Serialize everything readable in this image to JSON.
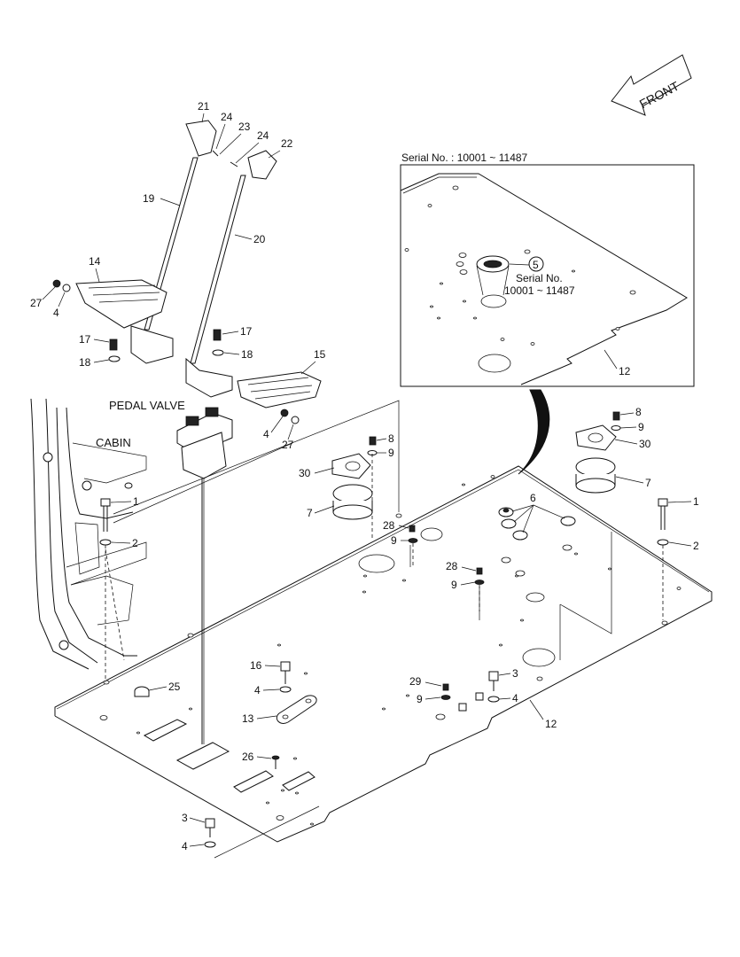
{
  "front_label": "FRONT",
  "inset": {
    "title": "Serial No. : 10001 ~ 11487",
    "note_line1": "Serial No.",
    "note_line2": "10001 ~ 11487",
    "item_5": "5",
    "item_12": "12"
  },
  "labels": {
    "pedal_valve": "PEDAL VALVE",
    "cabin": "CABIN"
  },
  "callouts": {
    "c21": "21",
    "c24a": "24",
    "c23": "23",
    "c24b": "24",
    "c22": "22",
    "c19": "19",
    "c20": "20",
    "c14": "14",
    "c27a": "27",
    "c4a": "4",
    "c17a": "17",
    "c18a": "18",
    "c17b": "17",
    "c18b": "18",
    "c15": "15",
    "c4b": "4",
    "c27b": "27",
    "c8a": "8",
    "c9a": "9",
    "c30a": "30",
    "c7a": "7",
    "c8b": "8",
    "c9b": "9",
    "c30b": "30",
    "c7b": "7",
    "c1a": "1",
    "c2a": "2",
    "c1b": "1",
    "c2b": "2",
    "c6": "6",
    "c28a": "28",
    "c9c": "9",
    "c28b": "28",
    "c9d": "9",
    "c16": "16",
    "c4c": "4",
    "c13": "13",
    "c25": "25",
    "c29": "29",
    "c9e": "9",
    "c3a": "3",
    "c4d": "4",
    "c12": "12",
    "c26": "26",
    "c3b": "3",
    "c4e": "4"
  }
}
